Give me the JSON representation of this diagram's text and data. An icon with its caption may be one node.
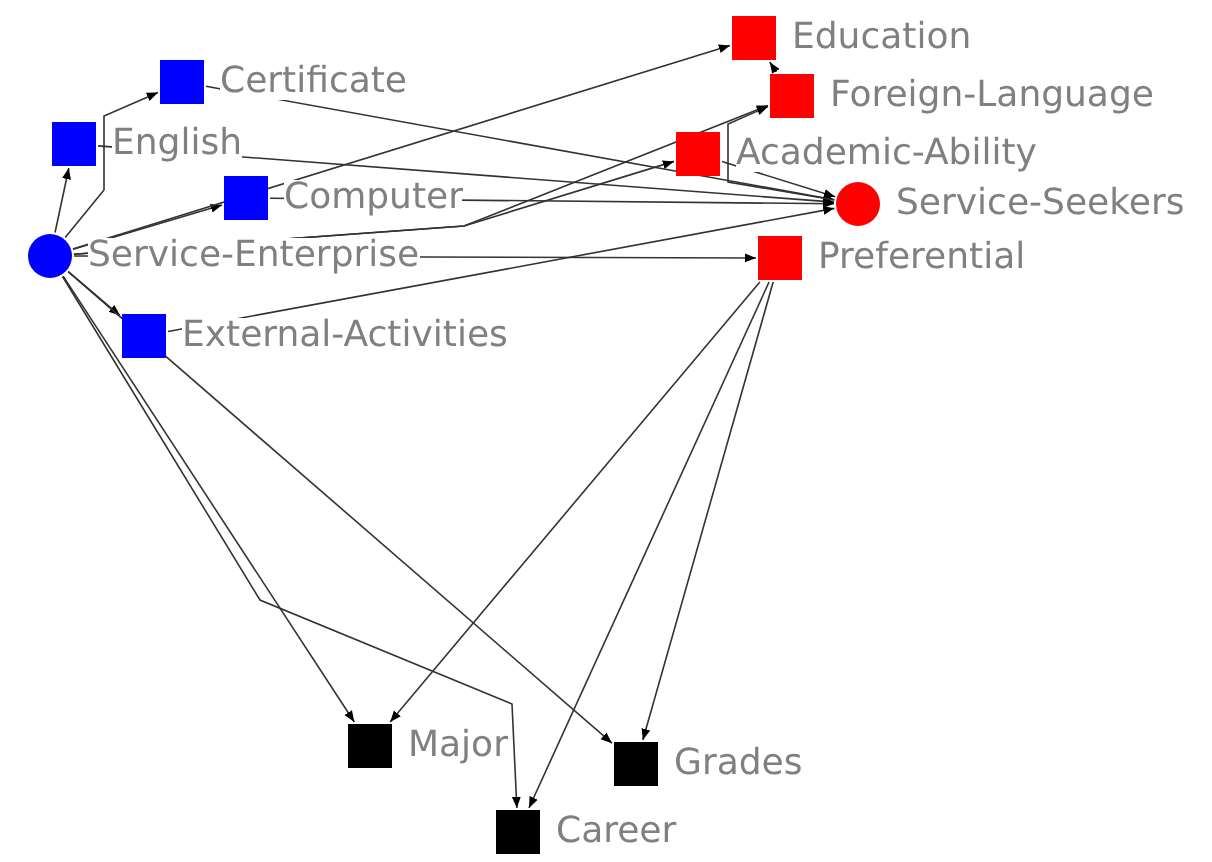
{
  "diagram": {
    "nodes": [
      {
        "text": [
          "Certificate"
        ]
      },
      {
        "text": [
          "English"
        ]
      },
      {
        "text": [
          "Computer"
        ]
      },
      {
        "text": [
          "Service-Enterprise"
        ]
      },
      {
        "text": [
          "External-Activities"
        ]
      },
      {
        "text": [
          "Education"
        ]
      },
      {
        "text": [
          "Foreign-Language"
        ]
      },
      {
        "text": [
          "Academic-Ability"
        ]
      },
      {
        "text": [
          "Service-Seekers"
        ]
      },
      {
        "text": [
          "Preferential"
        ]
      },
      {
        "text": [
          "Major"
        ]
      },
      {
        "text": [
          "Grades"
        ]
      },
      {
        "text": [
          "Career"
        ]
      }
    ],
    "edges": [
      {
        "from": 3,
        "to": 1,
        "arrow": "to"
      },
      {
        "from": 3,
        "to": 0,
        "arrow": "to"
      },
      {
        "from": 3,
        "to": 2,
        "arrow": "to"
      },
      {
        "from": 3,
        "to": 4,
        "arrow": "to"
      },
      {
        "from": 3,
        "to": 5,
        "arrow": "to"
      },
      {
        "from": 3,
        "to": 6,
        "arrow": "to"
      },
      {
        "from": 3,
        "to": 7,
        "arrow": "to"
      },
      {
        "from": 3,
        "to": 9,
        "arrow": "to"
      },
      {
        "from": 3,
        "to": 10,
        "arrow": "to"
      },
      {
        "from": 3,
        "to": 12,
        "arrow": "to"
      },
      {
        "from": 3,
        "to": 11,
        "arrow": "to"
      },
      {
        "from": 0,
        "to": 8,
        "arrow": "to"
      },
      {
        "from": 1,
        "to": 8,
        "arrow": "to"
      },
      {
        "from": 2,
        "to": 8,
        "arrow": "to"
      },
      {
        "from": 4,
        "to": 8,
        "arrow": "to"
      },
      {
        "from": 7,
        "to": 8,
        "arrow": "to"
      },
      {
        "from": 6,
        "to": 5,
        "arrow": "to"
      },
      {
        "from": 8,
        "to": 6,
        "arrow": "to"
      },
      {
        "from": 9,
        "to": 10,
        "arrow": "to"
      },
      {
        "from": 9,
        "to": 12,
        "arrow": "to"
      },
      {
        "from": 9,
        "to": 11,
        "arrow": "to"
      }
    ]
  }
}
